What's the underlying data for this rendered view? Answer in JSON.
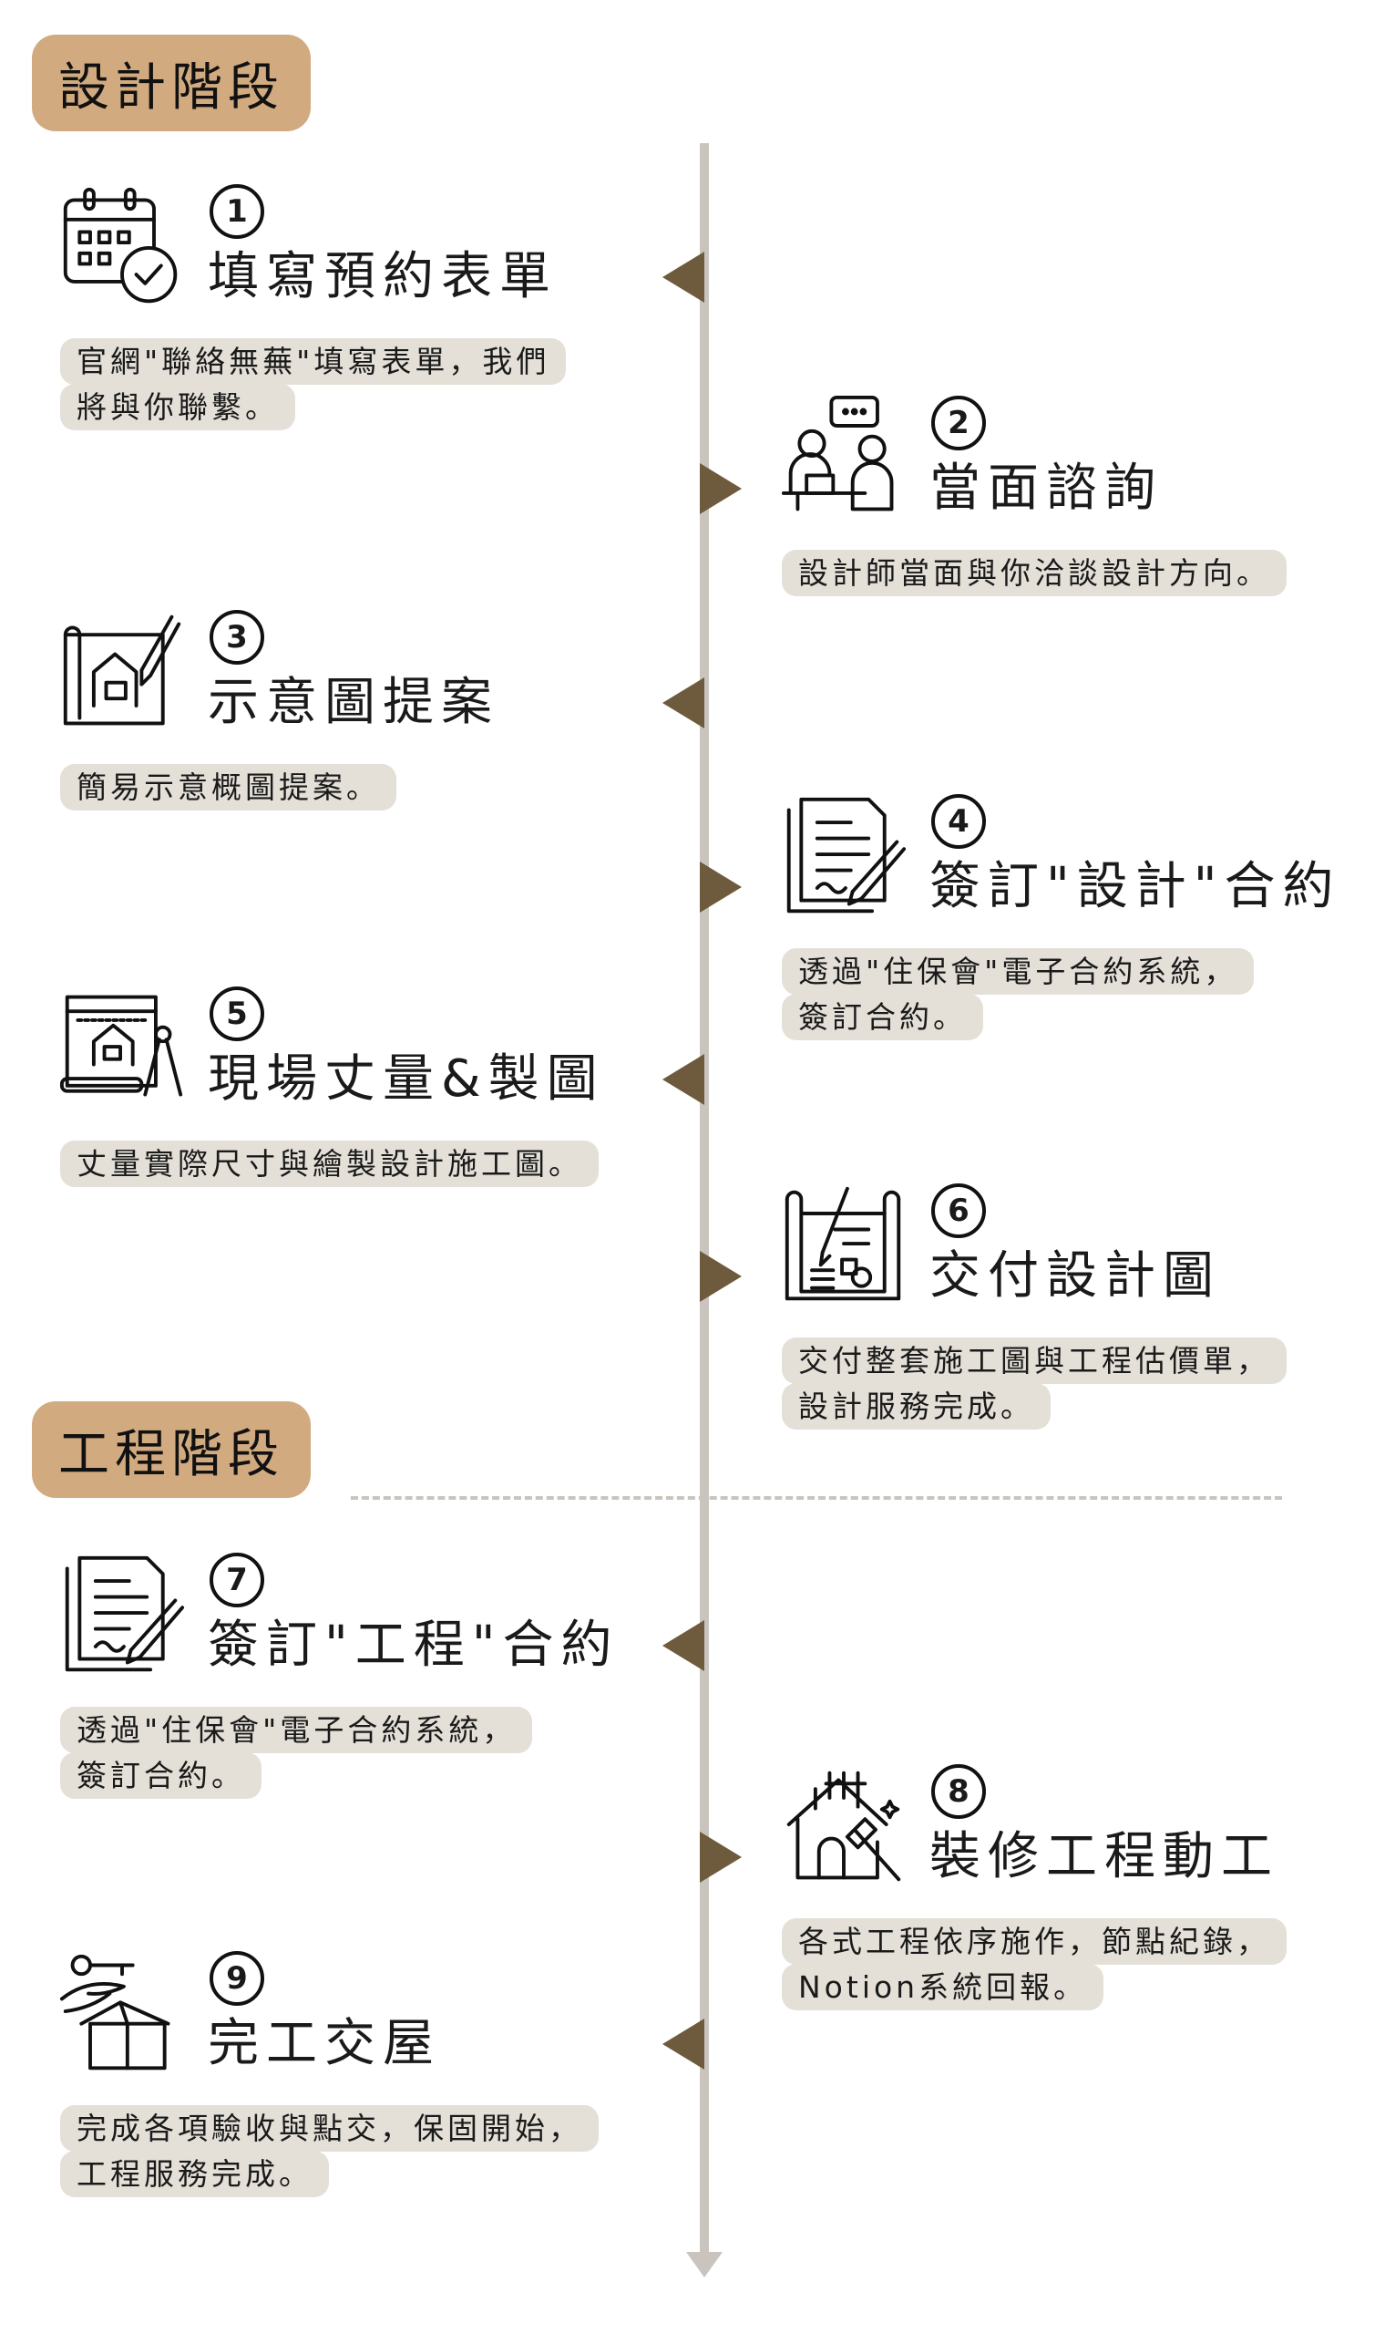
{
  "phases": {
    "design": "設計階段",
    "construction": "工程階段"
  },
  "colors": {
    "tag": "#d2aa7f",
    "desc_bg": "#e4e0d8",
    "arrow": "#6e5a3c",
    "timeline": "#c9c5be"
  },
  "steps": [
    {
      "number": "1",
      "title": "填寫預約表單",
      "icon": "calendar-check-icon",
      "desc": [
        "官網\"聯絡無蕪\"填寫表單，我們",
        "將與你聯繫。"
      ]
    },
    {
      "number": "2",
      "title": "當面諮詢",
      "icon": "consultation-icon",
      "desc": [
        "設計師當面與你洽談設計方向。"
      ]
    },
    {
      "number": "3",
      "title": "示意圖提案",
      "icon": "sketch-plan-icon",
      "desc": [
        "簡易示意概圖提案。"
      ]
    },
    {
      "number": "4",
      "title": "簽訂\"設計\"合約",
      "icon": "contract-sign-icon",
      "desc": [
        "透過\"住保會\"電子合約系統，",
        "簽訂合約。"
      ]
    },
    {
      "number": "5",
      "title": "現場丈量&製圖",
      "icon": "measure-draw-icon",
      "desc": [
        "丈量實際尺寸與繪製設計施工圖。"
      ]
    },
    {
      "number": "6",
      "title": "交付設計圖",
      "icon": "blueprint-icon",
      "desc": [
        "交付整套施工圖與工程估價單，",
        "設計服務完成。"
      ]
    },
    {
      "number": "7",
      "title": "簽訂\"工程\"合約",
      "icon": "contract-sign-icon",
      "desc": [
        "透過\"住保會\"電子合約系統，",
        "簽訂合約。"
      ]
    },
    {
      "number": "8",
      "title": "裝修工程動工",
      "icon": "construction-house-icon",
      "desc": [
        "各式工程依序施作，節點紀錄，",
        "Notion系統回報。"
      ]
    },
    {
      "number": "9",
      "title": "完工交屋",
      "icon": "house-key-handover-icon",
      "desc": [
        "完成各項驗收與點交，保固開始，",
        "工程服務完成。"
      ]
    }
  ]
}
